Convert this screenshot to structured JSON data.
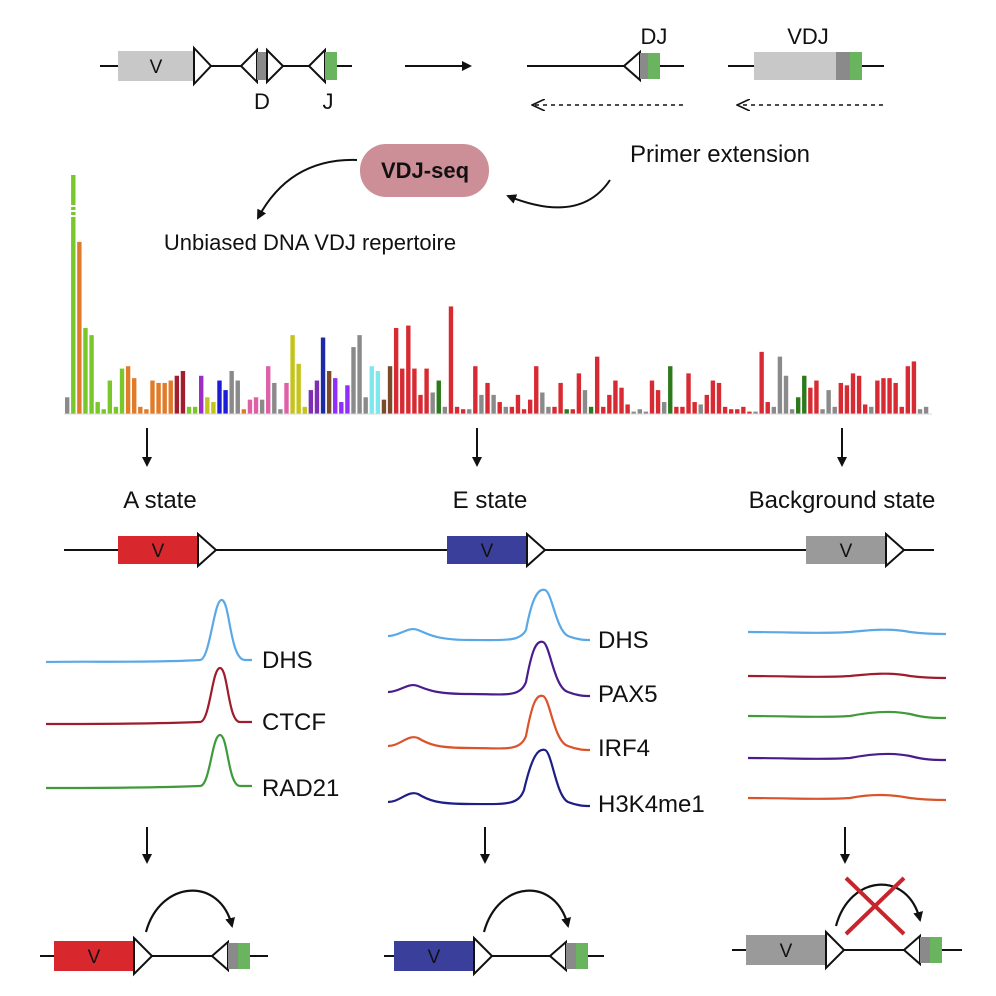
{
  "top": {
    "v_label": "V",
    "d_label": "D",
    "j_label": "J",
    "dj_label": "DJ",
    "vdj_label": "VDJ",
    "primer_label": "Primer extension"
  },
  "method": {
    "name": "VDJ-seq",
    "result_label": "Unbiased DNA VDJ repertoire"
  },
  "states": [
    {
      "label": "A state",
      "v_label": "V",
      "tracks": [
        "DHS",
        "CTCF",
        "RAD21"
      ]
    },
    {
      "label": "E state",
      "v_label": "V",
      "tracks": [
        "DHS",
        "PAX5",
        "IRF4",
        "H3K4me1"
      ]
    },
    {
      "label": "Background state",
      "v_label": "V",
      "tracks": []
    }
  ],
  "colors": {
    "v_gray": "#c8c8c8",
    "d_gray": "#8a8a8a",
    "j_green": "#6ab45f",
    "pill": "#cd8f97",
    "a_state_red": "#d8272d",
    "e_state_blue": "#3a3f9b",
    "bg_state_gray": "#9a9a9a",
    "dhs": "#5aa8e6",
    "ctcf": "#9e1c2c",
    "rad21": "#3e9a3a",
    "pax5": "#4b1c8c",
    "irf4": "#d9542a",
    "h3k4me1": "#1f1d86",
    "cross": "#c8242c"
  },
  "chart_data": {
    "type": "bar",
    "title": "",
    "xlabel": "",
    "ylabel": "",
    "ylim": [
      0,
      100
    ],
    "values": [
      [
        7,
        "#8a8a8a"
      ],
      [
        100,
        "#7ac72b"
      ],
      [
        72,
        "#e07b2a"
      ],
      [
        36,
        "#7ac72b"
      ],
      [
        33,
        "#7ac72b"
      ],
      [
        5,
        "#7ac72b"
      ],
      [
        2,
        "#7ac72b"
      ],
      [
        14,
        "#7ac72b"
      ],
      [
        3,
        "#7ac72b"
      ],
      [
        19,
        "#7ac72b"
      ],
      [
        20,
        "#e07b2a"
      ],
      [
        15,
        "#e07b2a"
      ],
      [
        3,
        "#e07b2a"
      ],
      [
        2,
        "#e07b2a"
      ],
      [
        14,
        "#e07b2a"
      ],
      [
        13,
        "#e07b2a"
      ],
      [
        13,
        "#e07b2a"
      ],
      [
        14,
        "#e07b2a"
      ],
      [
        16,
        "#a01e2e"
      ],
      [
        18,
        "#a01e2e"
      ],
      [
        3,
        "#7ac72b"
      ],
      [
        3,
        "#7ac72b"
      ],
      [
        16,
        "#9c2ec6"
      ],
      [
        7,
        "#c4c41a"
      ],
      [
        5,
        "#c4c41a"
      ],
      [
        14,
        "#1c1cd6"
      ],
      [
        10,
        "#1c1cd6"
      ],
      [
        18,
        "#8a8a8a"
      ],
      [
        14,
        "#8a8a8a"
      ],
      [
        2,
        "#e07b2a"
      ],
      [
        6,
        "#e060a8"
      ],
      [
        7,
        "#e060a8"
      ],
      [
        6,
        "#8a8a8a"
      ],
      [
        20,
        "#e060a8"
      ],
      [
        13,
        "#8a8a8a"
      ],
      [
        2,
        "#8a8a8a"
      ],
      [
        13,
        "#e060a8"
      ],
      [
        33,
        "#c4c41a"
      ],
      [
        21,
        "#c4c41a"
      ],
      [
        3,
        "#c4c41a"
      ],
      [
        10,
        "#7d2eb2"
      ],
      [
        14,
        "#7d2eb2"
      ],
      [
        32,
        "#1c2aa6"
      ],
      [
        18,
        "#7a4a2a"
      ],
      [
        15,
        "#8f2eff"
      ],
      [
        5,
        "#8f2eff"
      ],
      [
        12,
        "#8f2eff"
      ],
      [
        28,
        "#8a8a8a"
      ],
      [
        33,
        "#8a8a8a"
      ],
      [
        7,
        "#8a8a8a"
      ],
      [
        20,
        "#7ee8ee"
      ],
      [
        18,
        "#7ee8ee"
      ],
      [
        6,
        "#7a4a2a"
      ],
      [
        20,
        "#7a4a2a"
      ],
      [
        36,
        "#d82a32"
      ],
      [
        19,
        "#d82a32"
      ],
      [
        37,
        "#d82a32"
      ],
      [
        19,
        "#d82a32"
      ],
      [
        8,
        "#d82a32"
      ],
      [
        19,
        "#d82a32"
      ],
      [
        9,
        "#8a8a8a"
      ],
      [
        14,
        "#2c7a1c"
      ],
      [
        3,
        "#8a8a8a"
      ],
      [
        45,
        "#d82a32"
      ],
      [
        3,
        "#d82a32"
      ],
      [
        2,
        "#d82a32"
      ],
      [
        2,
        "#8a8a8a"
      ],
      [
        20,
        "#d82a32"
      ],
      [
        8,
        "#8a8a8a"
      ],
      [
        13,
        "#d82a32"
      ],
      [
        8,
        "#8a8a8a"
      ],
      [
        5,
        "#d82a32"
      ],
      [
        3,
        "#8a8a8a"
      ],
      [
        3,
        "#d82a32"
      ],
      [
        8,
        "#d82a32"
      ],
      [
        2,
        "#d82a32"
      ],
      [
        6,
        "#d82a32"
      ],
      [
        20,
        "#d82a32"
      ],
      [
        9,
        "#8a8a8a"
      ],
      [
        3,
        "#8a8a8a"
      ],
      [
        3,
        "#d82a32"
      ],
      [
        13,
        "#d82a32"
      ],
      [
        2,
        "#2c7a1c"
      ],
      [
        2,
        "#d82a32"
      ],
      [
        17,
        "#d82a32"
      ],
      [
        10,
        "#8a8a8a"
      ],
      [
        3,
        "#2c7a1c"
      ],
      [
        24,
        "#d82a32"
      ],
      [
        3,
        "#d82a32"
      ],
      [
        8,
        "#d82a32"
      ],
      [
        14,
        "#d82a32"
      ],
      [
        11,
        "#d82a32"
      ],
      [
        4,
        "#d82a32"
      ],
      [
        1,
        "#8a8a8a"
      ],
      [
        2,
        "#8a8a8a"
      ],
      [
        1,
        "#8a8a8a"
      ],
      [
        14,
        "#d82a32"
      ],
      [
        10,
        "#d82a32"
      ],
      [
        5,
        "#8a8a8a"
      ],
      [
        20,
        "#2c7a1c"
      ],
      [
        3,
        "#d82a32"
      ],
      [
        3,
        "#d82a32"
      ],
      [
        17,
        "#d82a32"
      ],
      [
        5,
        "#d82a32"
      ],
      [
        4,
        "#8a8a8a"
      ],
      [
        8,
        "#d82a32"
      ],
      [
        14,
        "#d82a32"
      ],
      [
        13,
        "#d82a32"
      ],
      [
        3,
        "#d82a32"
      ],
      [
        2,
        "#d82a32"
      ],
      [
        2,
        "#d82a32"
      ],
      [
        3,
        "#d82a32"
      ],
      [
        1,
        "#d82a32"
      ],
      [
        1,
        "#8a8a8a"
      ],
      [
        26,
        "#d82a32"
      ],
      [
        5,
        "#d82a32"
      ],
      [
        3,
        "#8a8a8a"
      ],
      [
        24,
        "#8a8a8a"
      ],
      [
        16,
        "#8a8a8a"
      ],
      [
        2,
        "#8a8a8a"
      ],
      [
        7,
        "#2c7a1c"
      ],
      [
        16,
        "#2c7a1c"
      ],
      [
        11,
        "#d82a32"
      ],
      [
        14,
        "#d82a32"
      ],
      [
        2,
        "#8a8a8a"
      ],
      [
        10,
        "#8a8a8a"
      ],
      [
        3,
        "#8a8a8a"
      ],
      [
        13,
        "#d82a32"
      ],
      [
        12,
        "#d82a32"
      ],
      [
        17,
        "#d82a32"
      ],
      [
        16,
        "#d82a32"
      ],
      [
        4,
        "#d82a32"
      ],
      [
        3,
        "#8a8a8a"
      ],
      [
        14,
        "#d82a32"
      ],
      [
        15,
        "#d82a32"
      ],
      [
        15,
        "#d82a32"
      ],
      [
        13,
        "#d82a32"
      ],
      [
        3,
        "#d82a32"
      ],
      [
        20,
        "#d82a32"
      ],
      [
        22,
        "#d82a32"
      ],
      [
        2,
        "#8a8a8a"
      ],
      [
        3,
        "#8a8a8a"
      ]
    ]
  }
}
